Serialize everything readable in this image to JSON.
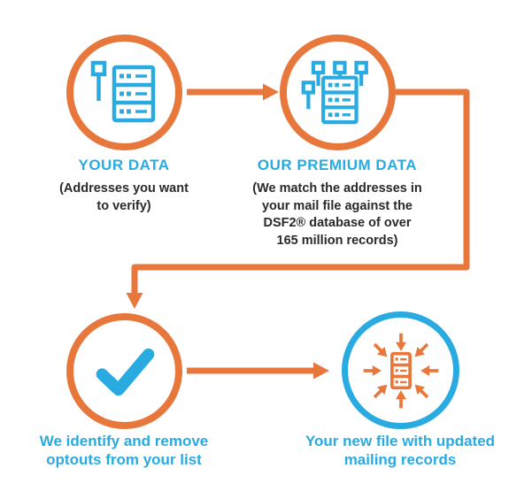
{
  "colors": {
    "orange": "#E8773B",
    "blue": "#29ABE2",
    "text_dark": "#2B2A29",
    "background": "#FFFFFF"
  },
  "steps": {
    "your_data": {
      "title": "YOUR DATA",
      "desc_lines": [
        "(Addresses you want",
        "to verify)"
      ],
      "icon": "server-icon"
    },
    "premium_data": {
      "title": "OUR PREMIUM DATA",
      "desc_lines": [
        "(We match the addresses in",
        "your mail file against the",
        "DSF2® database of over",
        "165 million records)"
      ],
      "icon": "network-server-icon"
    },
    "identify_optouts": {
      "label_lines": [
        "We identify and remove",
        "optouts from your list"
      ],
      "icon": "checkmark-icon"
    },
    "new_file": {
      "label_lines": [
        "Your new file with updated",
        "mailing records"
      ],
      "icon": "server-converge-arrows-icon"
    }
  }
}
